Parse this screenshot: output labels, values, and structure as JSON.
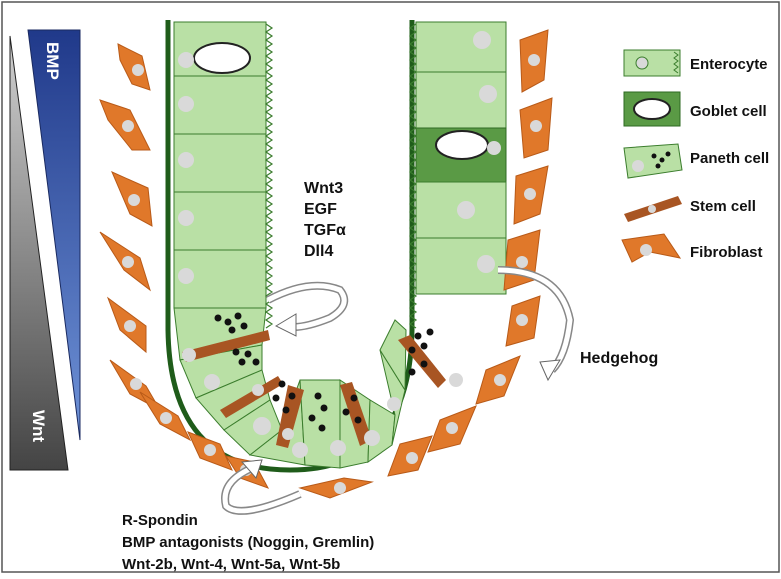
{
  "gradients": {
    "bmp_label": "BMP",
    "wnt_label": "Wnt",
    "bmp_color": "#2b4a9a",
    "wnt_color": "#3a3a3a"
  },
  "legend": [
    {
      "label": "Enterocyte",
      "icon": "enterocyte-icon"
    },
    {
      "label": "Goblet cell",
      "icon": "goblet-cell-icon"
    },
    {
      "label": "Paneth cell",
      "icon": "paneth-cell-icon"
    },
    {
      "label": "Stem cell",
      "icon": "stem-cell-icon"
    },
    {
      "label": "Fibroblast",
      "icon": "fibroblast-icon"
    }
  ],
  "epithelial_factors": [
    "Wnt3",
    "EGF",
    "TGFα",
    "Dll4"
  ],
  "hedgehog_label": "Hedgehog",
  "mesenchymal_factors": [
    "R-Spondin",
    "BMP antagonists (Noggin, Gremlin)",
    "Wnt-2b, Wnt-4, Wnt-5a, Wnt-5b"
  ],
  "colors": {
    "epithelium": "#b9e0a5",
    "epithelium_dark": "#5a9a45",
    "fibroblast": "#e0782a",
    "stem": "#a85523",
    "nucleus": "#d9d9d9"
  }
}
